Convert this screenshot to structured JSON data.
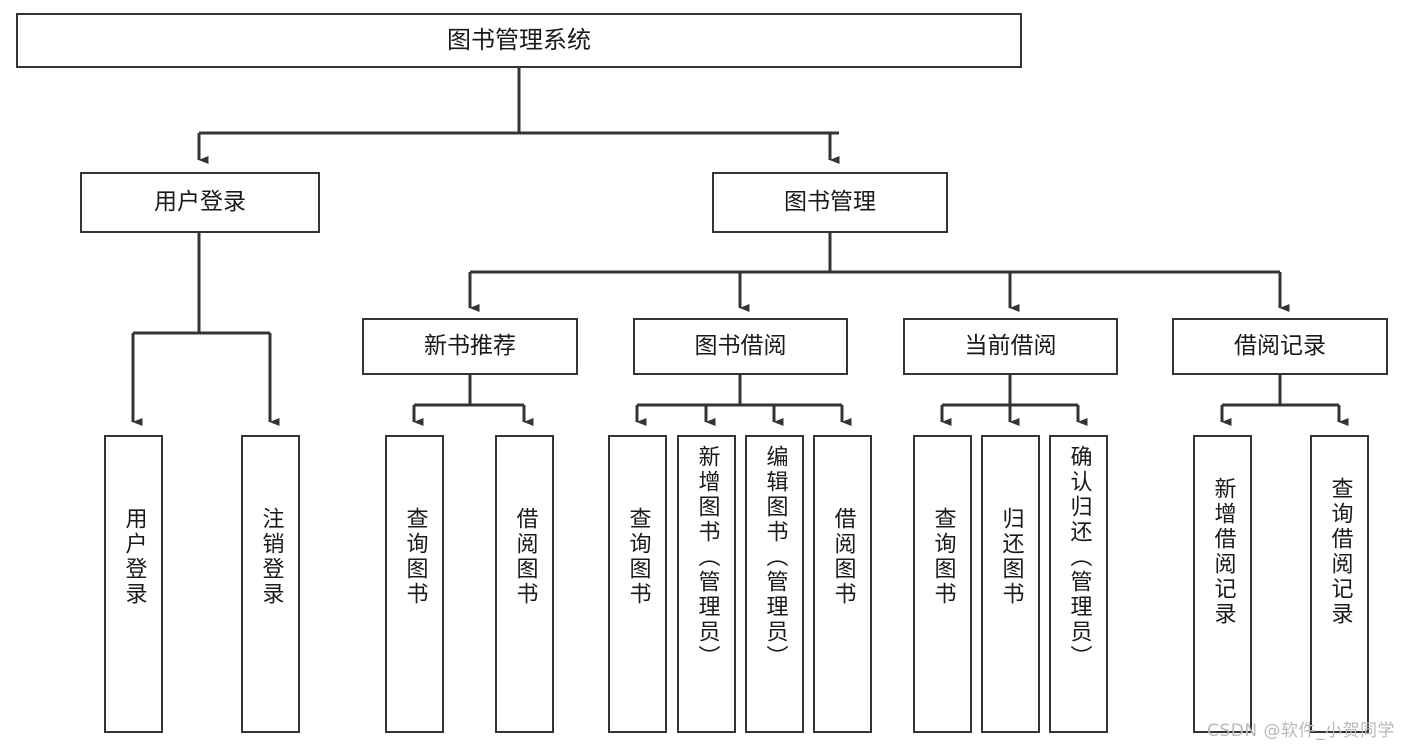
{
  "diagram": {
    "type": "tree",
    "title": "图书管理系统",
    "orientation": "top-down",
    "nodes": {
      "root": {
        "label": "图书管理系统"
      },
      "level2": [
        {
          "id": "user-login",
          "label": "用户登录"
        },
        {
          "id": "book-management",
          "label": "图书管理"
        }
      ],
      "level3": [
        {
          "id": "new-book-recommend",
          "label": "新书推荐"
        },
        {
          "id": "book-borrow",
          "label": "图书借阅"
        },
        {
          "id": "current-borrow",
          "label": "当前借阅"
        },
        {
          "id": "borrow-record",
          "label": "借阅记录"
        }
      ],
      "leaves": [
        {
          "id": "leaf-user-login",
          "label": "用户登录"
        },
        {
          "id": "leaf-logout-login",
          "label": "注销登录"
        },
        {
          "id": "leaf-query-book-1",
          "label": "查询图书"
        },
        {
          "id": "leaf-borrow-book-1",
          "label": "借阅图书"
        },
        {
          "id": "leaf-query-book-2",
          "label": "查询图书"
        },
        {
          "id": "leaf-add-book",
          "label": "新增图书（管理员）"
        },
        {
          "id": "leaf-edit-book",
          "label": "编辑图书（管理员）"
        },
        {
          "id": "leaf-borrow-book-2",
          "label": "借阅图书"
        },
        {
          "id": "leaf-query-book-3",
          "label": "查询图书"
        },
        {
          "id": "leaf-return-book",
          "label": "归还图书"
        },
        {
          "id": "leaf-confirm-return",
          "label": "确认归还（管理员）"
        },
        {
          "id": "leaf-add-record",
          "label": "新增借阅记录"
        },
        {
          "id": "leaf-query-record",
          "label": "查询借阅记录"
        }
      ]
    },
    "colors": {
      "border": "#343434",
      "text": "#1a1a1a",
      "background": "#ffffff",
      "watermark": "#b9b9b9"
    }
  },
  "watermark": {
    "text": "CSDN @软件_小贺同学"
  }
}
